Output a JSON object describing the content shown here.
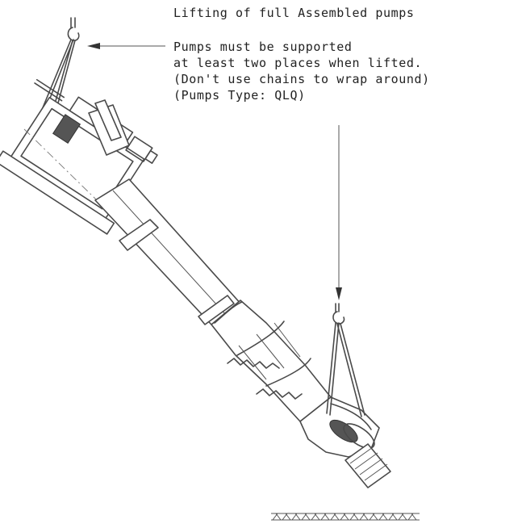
{
  "title": "Lifting of full Assembled pumps",
  "note": {
    "line1": "Pumps must be supported",
    "line2": "at least two places when lifted.",
    "line3": "(Don't use chains to wrap around)",
    "line4": "(Pumps Type: QLQ)"
  },
  "colors": {
    "line": "#4a4a4a",
    "text": "#222222",
    "background": "#ffffff"
  },
  "icons": [
    "hook-icon",
    "arrow-icon"
  ]
}
